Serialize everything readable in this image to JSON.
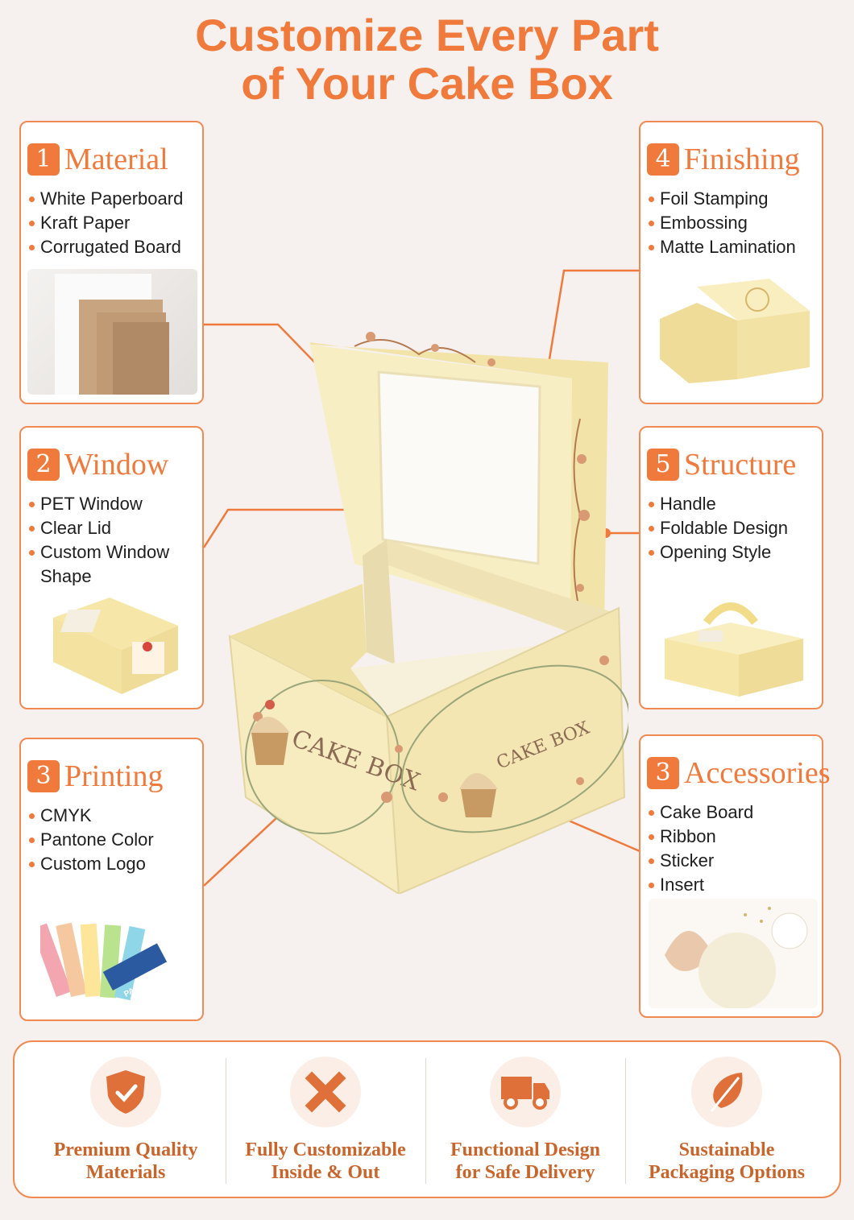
{
  "title_line1": "Customize Every Part",
  "title_line2": "of Your Cake Box",
  "cards": {
    "material": {
      "num": "1",
      "title": "Material",
      "items": [
        "White Paperboard",
        "Kraft Paper",
        "Corrugated Board"
      ]
    },
    "window": {
      "num": "2",
      "title": "Window",
      "items": [
        "PET Window",
        "Clear Lid",
        "Custom Window Shape"
      ]
    },
    "printing": {
      "num": "3",
      "title": "Printing",
      "items": [
        "CMYK",
        "Pantone Color",
        "Custom Logo"
      ]
    },
    "finishing": {
      "num": "4",
      "title": "Finishing",
      "items": [
        "Foil Stamping",
        "Embossing",
        "Matte Lamination"
      ]
    },
    "structure": {
      "num": "5",
      "title": "Structure",
      "items": [
        "Handle",
        "Foldable Design",
        "Opening Style"
      ]
    },
    "accessories": {
      "num": "3",
      "title": "Accessories",
      "items": [
        "Cake Board",
        "Ribbon",
        "Sticker",
        "Insert"
      ]
    }
  },
  "box_print": {
    "brand": "CAKE BOX",
    "pantone": "PANTONE"
  },
  "features": [
    {
      "line1": "Premium Quality",
      "line2": "Materials",
      "icon": "shield-check-icon"
    },
    {
      "line1": "Fully Customizable",
      "line2": "Inside & Out",
      "icon": "pencil-ruler-icon"
    },
    {
      "line1": "Functional Design",
      "line2": "for Safe Delivery",
      "icon": "delivery-truck-icon"
    },
    {
      "line1": "Sustainable",
      "line2": "Packaging Options",
      "icon": "leaf-icon"
    }
  ],
  "colors": {
    "accent": "#f07a3c",
    "box": "#f6ecbf",
    "text_dark": "#c9642b"
  }
}
